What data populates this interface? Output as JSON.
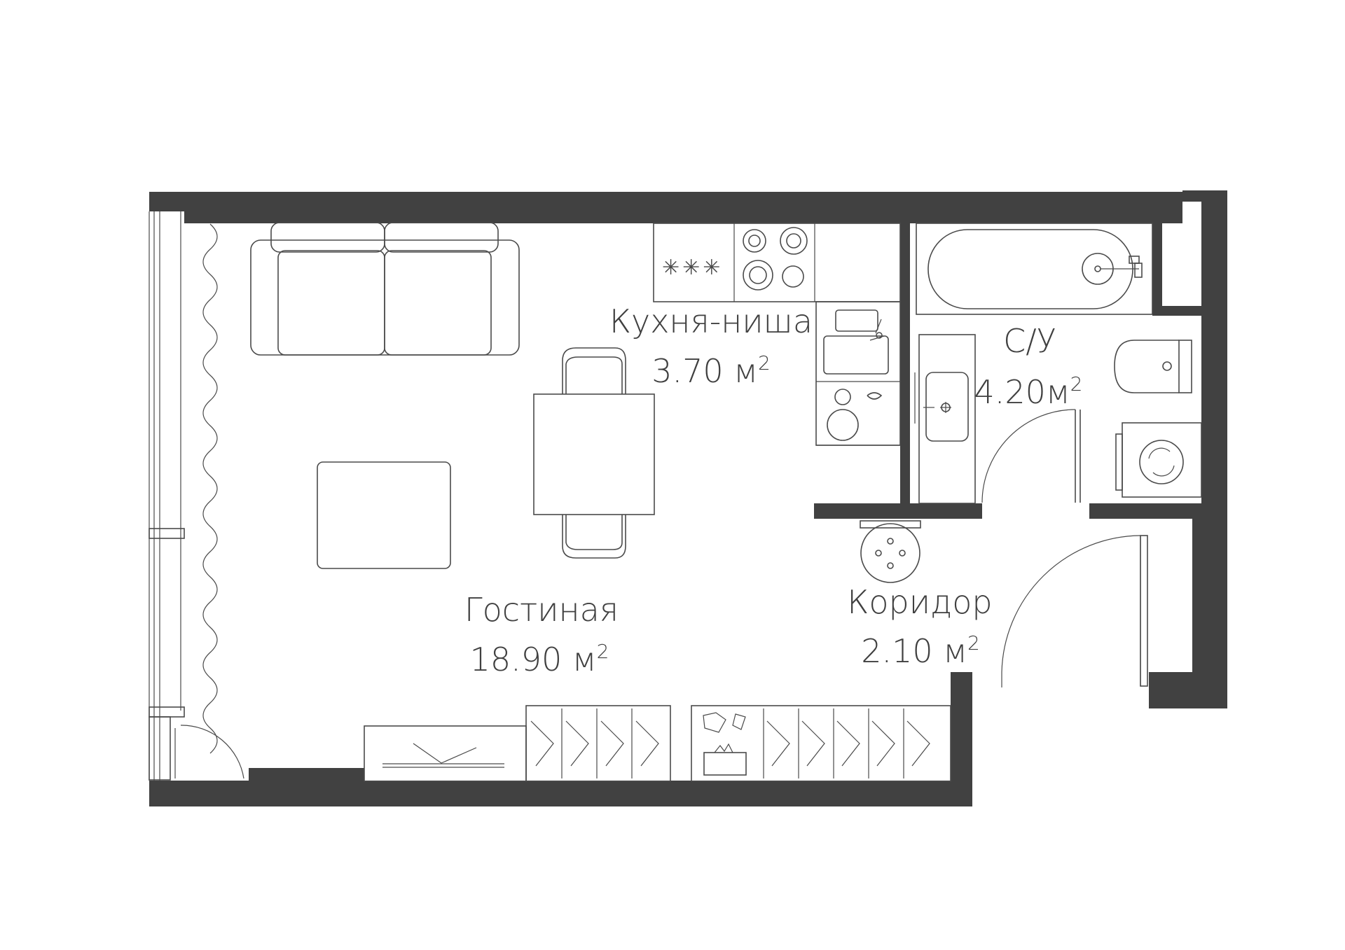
{
  "plan": {
    "rooms": [
      {
        "id": "kitchen",
        "name": "Кухня-ниша",
        "area": "3.70 м",
        "sup": "2"
      },
      {
        "id": "bathroom",
        "name": "С/У",
        "area": "4.20м",
        "sup": "2"
      },
      {
        "id": "living",
        "name": "Гостиная",
        "area": "18.90 м",
        "sup": "2"
      },
      {
        "id": "corridor",
        "name": "Коридор",
        "area": "2.10 м",
        "sup": "2"
      }
    ],
    "colors": {
      "wall": "#414141",
      "line": "#4a4a4a",
      "text": "#404040",
      "background": "#ffffff"
    }
  }
}
